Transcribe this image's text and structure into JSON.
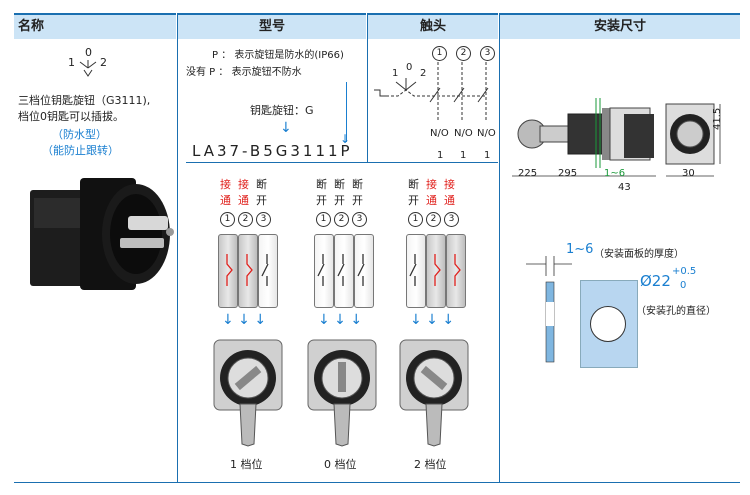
{
  "headers": {
    "name": "名称",
    "model": "型号",
    "contact": "触头",
    "dimensions": "安装尺寸"
  },
  "name_col": {
    "pos_labels": [
      "1",
      "0",
      "2"
    ],
    "desc1": "三档位钥匙旋钮（G3111),",
    "desc2": "档位0钥匙可以插拔。",
    "desc3": "（防水型）",
    "desc4": "（能防止跟转）"
  },
  "model_col": {
    "note_p1": "P ： 表示旋钮是防水的(IP66)",
    "note_p2": "没有 P ： 表示旋钮不防水",
    "key_label": "钥匙旋钮：G",
    "model_code": "LA37-B5G3111P"
  },
  "contact_col": {
    "circles": [
      "1",
      "2",
      "3"
    ],
    "pos_labels": [
      "1",
      "0",
      "2"
    ],
    "types": [
      "N/O",
      "N/O",
      "N/O"
    ],
    "counts": [
      "1",
      "1",
      "1"
    ]
  },
  "states": [
    {
      "labels": [
        [
          "接",
          "通"
        ],
        [
          "接",
          "通"
        ],
        [
          "断",
          "开"
        ]
      ],
      "colors": [
        "red",
        "red",
        "black"
      ],
      "caption": "1 档位"
    },
    {
      "labels": [
        [
          "断",
          "开"
        ],
        [
          "断",
          "开"
        ],
        [
          "断",
          "开"
        ]
      ],
      "colors": [
        "black",
        "black",
        "black"
      ],
      "caption": "0 档位"
    },
    {
      "labels": [
        [
          "断",
          "开"
        ],
        [
          "接",
          "通"
        ],
        [
          "接",
          "通"
        ]
      ],
      "colors": [
        "black",
        "red",
        "red"
      ],
      "caption": "2 档位"
    }
  ],
  "state_circles": [
    "1",
    "2",
    "3"
  ],
  "dims": {
    "d225": "225",
    "d295": "295",
    "d16": "1~6",
    "d43": "43",
    "d30": "30",
    "d415": "41.5",
    "panel_thickness_value": "1~6",
    "panel_thickness_text": "（安装面板的厚度）",
    "hole_dia": "Ø22",
    "tol_up": "+0.5",
    "tol_down": "0",
    "hole_text": "（安装孔的直径）"
  }
}
